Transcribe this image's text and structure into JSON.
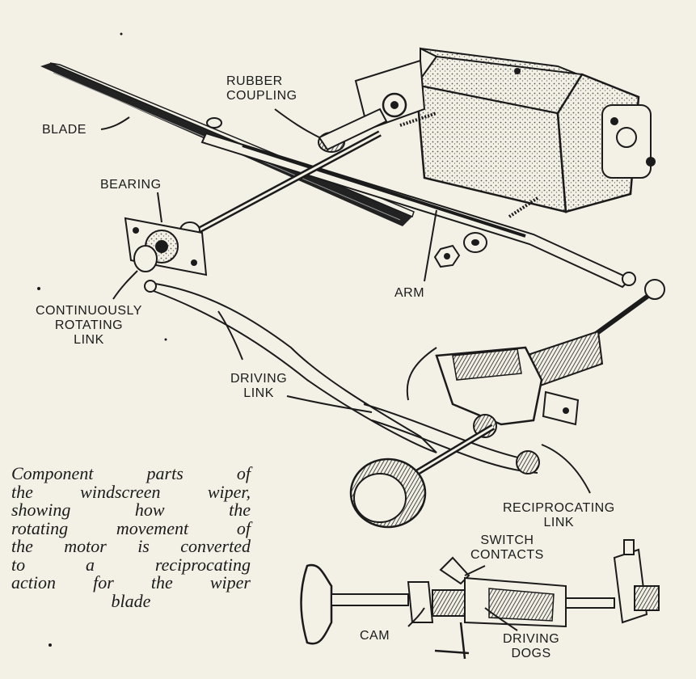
{
  "labels": {
    "rubber_coupling": [
      "RUBBER",
      "COUPLING"
    ],
    "blade": "BLADE",
    "bearing": "BEARING",
    "arm": "ARM",
    "continuously_rotating_link": [
      "CONTINUOUSLY",
      "ROTATING",
      "LINK"
    ],
    "driving_link": [
      "DRIVING",
      "LINK"
    ],
    "reciprocating_link": [
      "RECIPROCATING",
      "LINK"
    ],
    "switch_contacts": [
      "SWITCH",
      "CONTACTS"
    ],
    "cam": "CAM",
    "driving_dogs": [
      "DRIVING",
      "DOGS"
    ]
  },
  "caption": [
    "Component parts of",
    "the windscreen wiper,",
    "showing how the",
    "rotating movement of",
    "the motor is converted",
    "to a reciprocating",
    "action for the wiper",
    "blade"
  ],
  "colors": {
    "ink": "#1b1b1b",
    "paper": "#f3f0e6",
    "shade": "#8a857a"
  }
}
